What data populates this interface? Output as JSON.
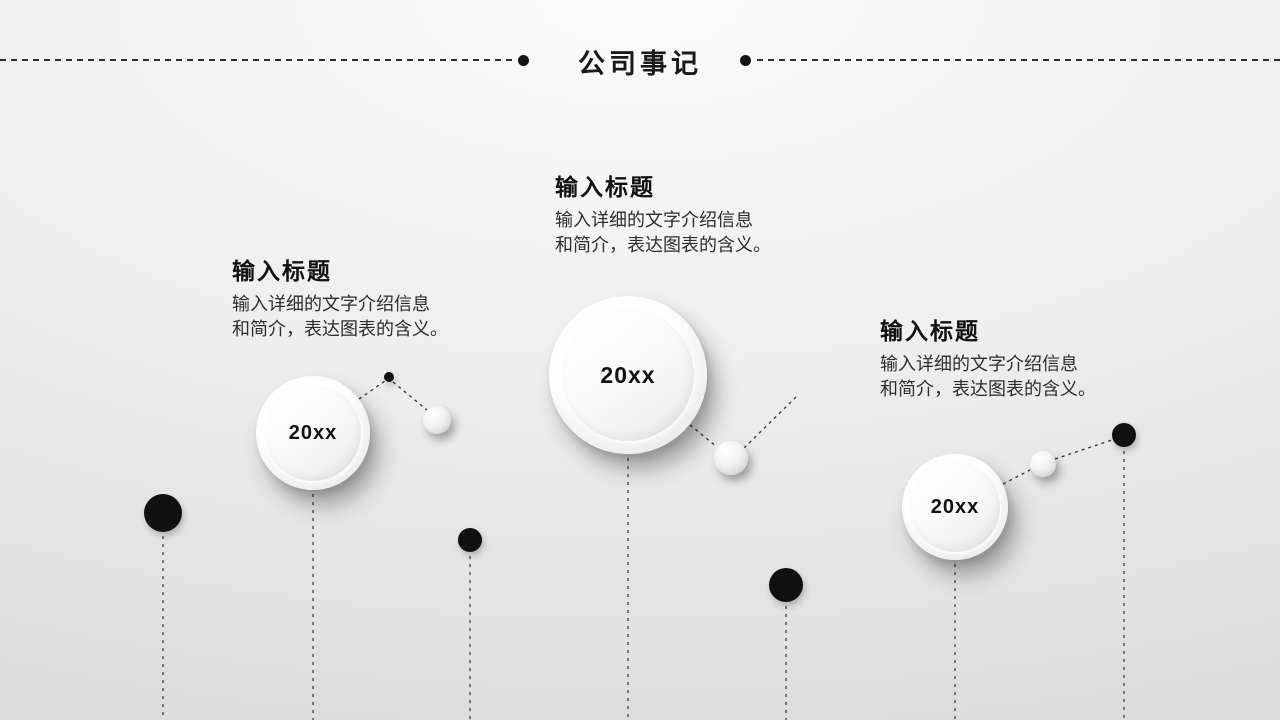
{
  "slide": {
    "title": "公司事记"
  },
  "callouts": {
    "center": {
      "heading": "输入标题",
      "body": "输入详细的文字介绍信息\n和简介，表达图表的含义。"
    },
    "left": {
      "heading": "输入标题",
      "body": "输入详细的文字介绍信息\n和简介，表达图表的含义。"
    },
    "right": {
      "heading": "输入标题",
      "body": "输入详细的文字介绍信息\n和简介，表达图表的含义。"
    }
  },
  "milestones": {
    "left": {
      "label": "20xx"
    },
    "center": {
      "label": "20xx"
    },
    "right": {
      "label": "20xx"
    }
  },
  "colors": {
    "background_top": "#fbfbfb",
    "background_bottom": "#dadada",
    "text": "#1a1a1a",
    "line": "#3a3a3a",
    "dot": "#111111"
  }
}
